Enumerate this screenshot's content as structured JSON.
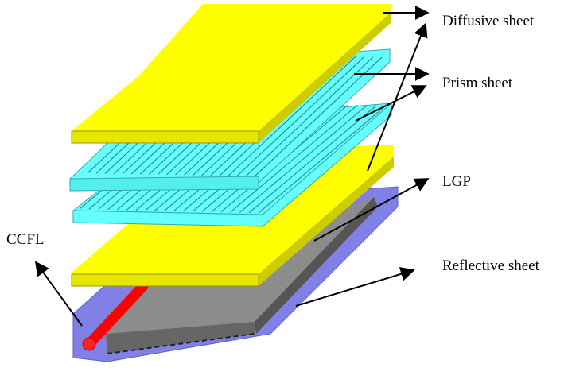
{
  "labels": {
    "diffusive": "Diffusive sheet",
    "prism": "Prism sheet",
    "lgp": "LGP",
    "reflective": "Reflective sheet",
    "ccfl": "CCFL"
  },
  "colors": {
    "diffuser": "#ffff00",
    "prism": "#66ffff",
    "lgp": "#ffff00",
    "reflector": "#8080e6",
    "light_guide_block": "#808080",
    "lamp": "#ff0000",
    "outline": "#333333"
  }
}
